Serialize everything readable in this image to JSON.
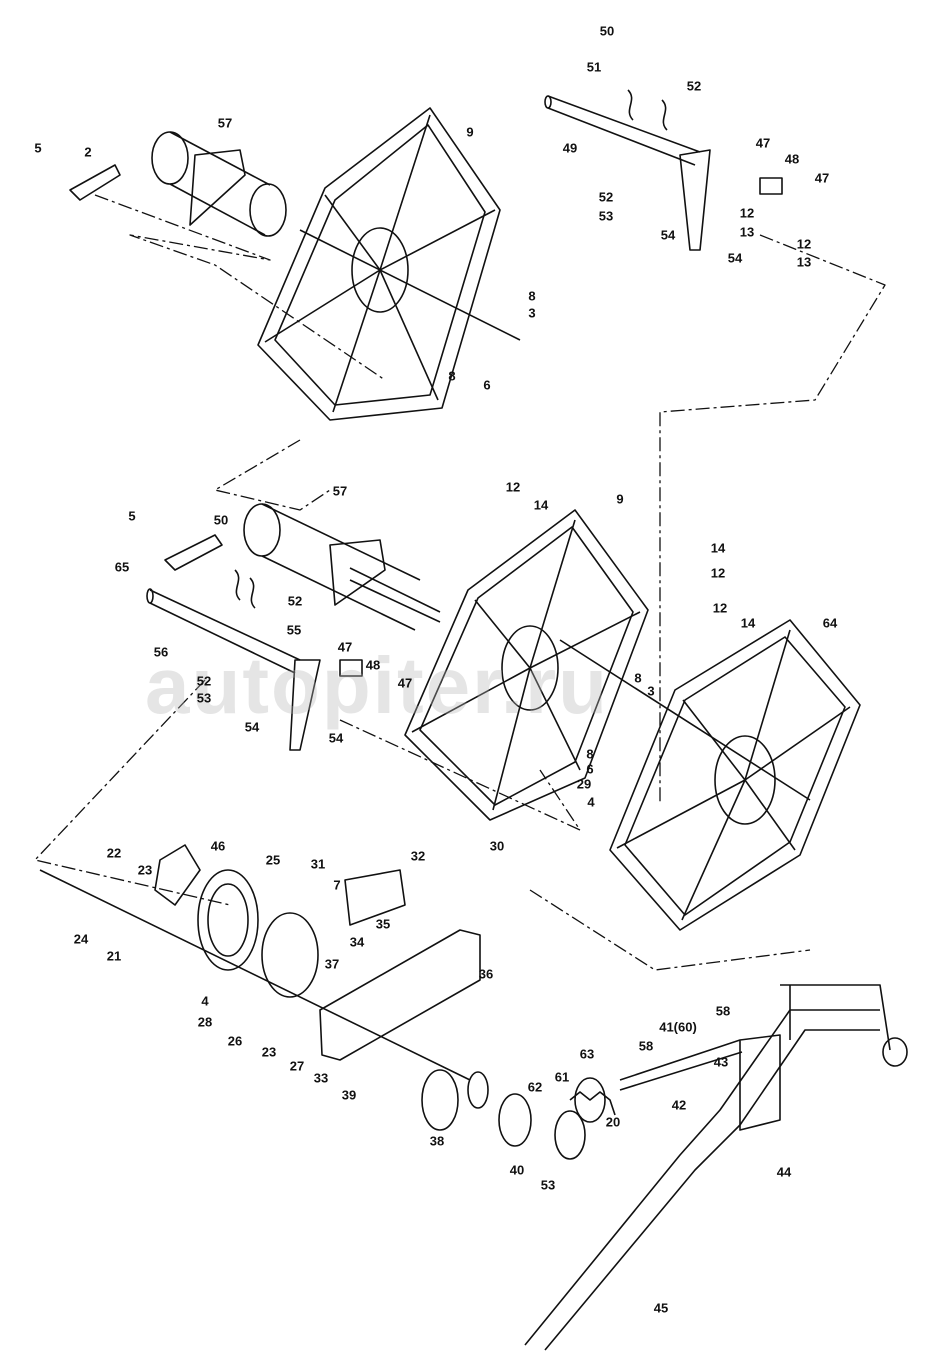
{
  "title": "Exploded parts diagram",
  "watermark": "autopiter.ru",
  "callouts": [
    "50",
    "51",
    "52",
    "49",
    "47",
    "48",
    "47",
    "12",
    "13",
    "52",
    "53",
    "54",
    "54",
    "12",
    "13",
    "57",
    "9",
    "5",
    "2",
    "8",
    "3",
    "8",
    "6",
    "57",
    "12",
    "14",
    "9",
    "5",
    "50",
    "65",
    "52",
    "55",
    "56",
    "47",
    "48",
    "47",
    "52",
    "53",
    "54",
    "54",
    "14",
    "12",
    "12",
    "14",
    "64",
    "8",
    "3",
    "8",
    "6",
    "29",
    "4",
    "22",
    "23",
    "46",
    "25",
    "31",
    "7",
    "32",
    "30",
    "24",
    "21",
    "35",
    "34",
    "37",
    "36",
    "4",
    "28",
    "26",
    "23",
    "27",
    "33",
    "39",
    "58",
    "41(60)",
    "58",
    "63",
    "43",
    "61",
    "62",
    "42",
    "20",
    "38",
    "40",
    "53",
    "44",
    "45"
  ]
}
